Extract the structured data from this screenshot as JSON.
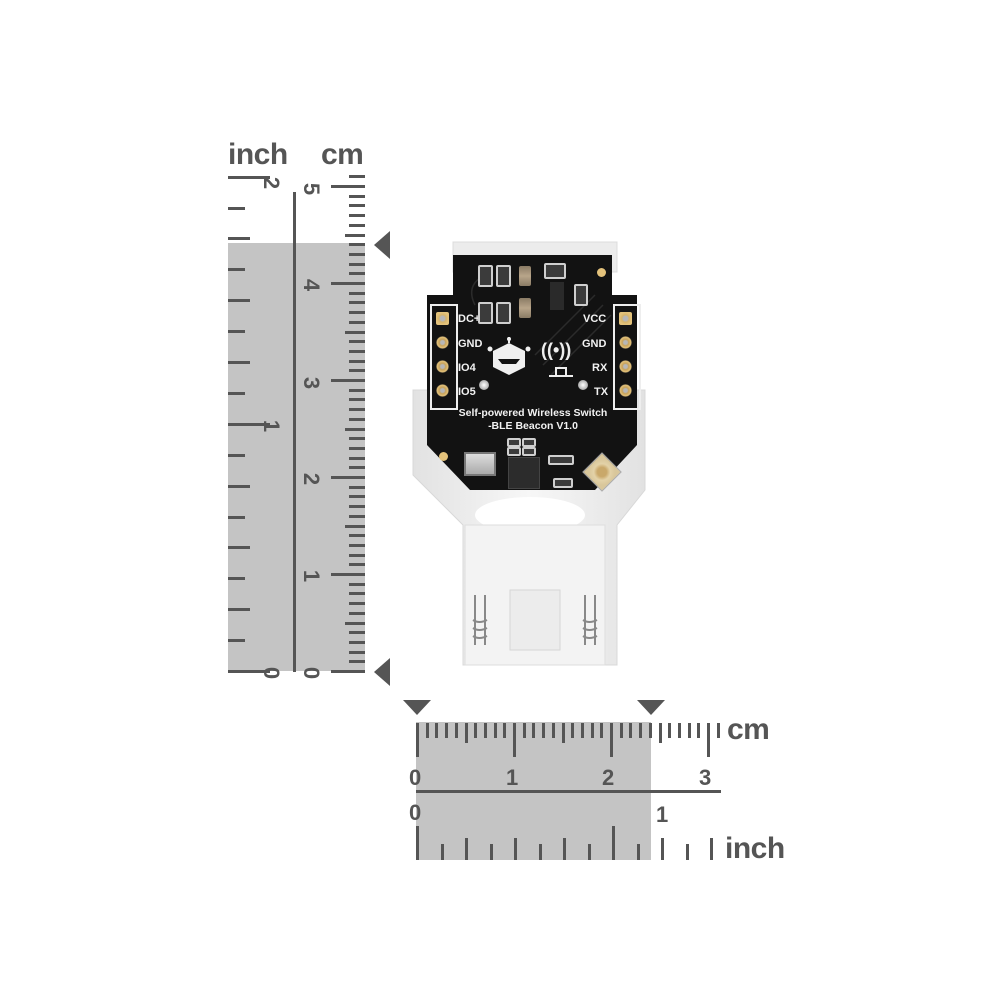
{
  "vertical_ruler": {
    "inch_label": "inch",
    "cm_label": "cm",
    "inch_ticks": [
      "2",
      "1",
      "0"
    ],
    "cm_ticks": [
      "5",
      "4",
      "3",
      "2",
      "1",
      "0"
    ],
    "shaded_range_cm": [
      0,
      4.4
    ],
    "marker": "triangle-left"
  },
  "horizontal_ruler": {
    "cm_label": "cm",
    "inch_label": "inch",
    "cm_ticks": [
      "0",
      "1",
      "2",
      "3"
    ],
    "inch_ticks": [
      "0",
      "1"
    ],
    "shaded_range_cm": [
      0,
      2.4
    ],
    "marker": "triangle-down"
  },
  "device": {
    "title_line1": "Self-powered Wireless Switch",
    "title_line2": "-BLE Beacon V1.0",
    "left_pins": [
      "DC+",
      "GND",
      "IO4",
      "IO5"
    ],
    "right_pins": [
      "VCC",
      "GND",
      "RX",
      "TX"
    ],
    "board_color": "#111111",
    "case_color": "#eeeeee"
  },
  "colors": {
    "ruler_shade": "#c4c4c4",
    "ruler_ink": "#555555"
  }
}
